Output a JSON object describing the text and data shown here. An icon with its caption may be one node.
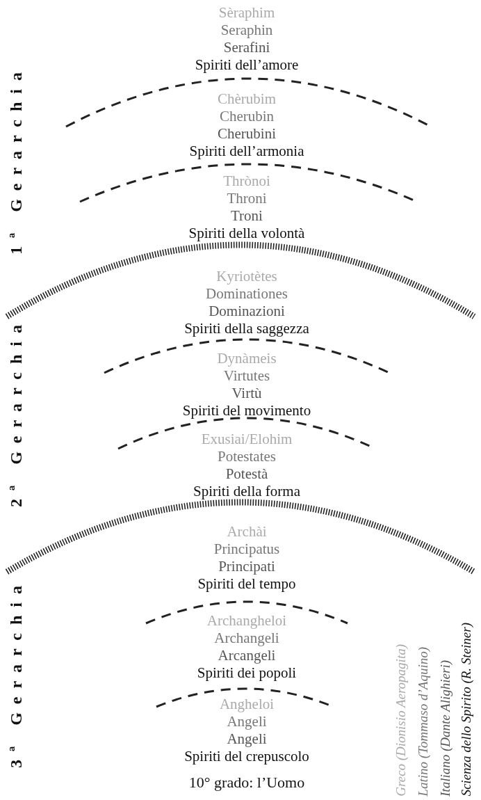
{
  "diagram": {
    "nodes": [
      {
        "text": [
          "Sèraphim",
          "Seraphin",
          "Serafini",
          "Spiriti dell’amore"
        ]
      },
      {
        "text": [
          "Chèrubim",
          "Cherubin",
          "Cherubini",
          "Spiriti dell’armonia"
        ]
      },
      {
        "text": [
          "Thrònoi",
          "Throni",
          "Troni",
          "Spiriti della volontà"
        ]
      },
      {
        "text": [
          "Kyriotètes",
          "Dominationes",
          "Dominazioni",
          "Spiriti della saggezza"
        ]
      },
      {
        "text": [
          "Dynàmeis",
          "Virtutes",
          "Virtù",
          "Spiriti del movimento"
        ]
      },
      {
        "text": [
          "Exusiai/Elohim",
          "Potestates",
          "Potestà",
          "Spiriti della forma"
        ]
      },
      {
        "text": [
          "Archài",
          "Principatus",
          "Principati",
          "Spiriti del tempo"
        ]
      },
      {
        "text": [
          "Archangheloi",
          "Archangeli",
          "Arcangeli",
          "Spiriti dei popoli"
        ]
      },
      {
        "text": [
          "Angheloi",
          "Angeli",
          "Angeli",
          "Spiriti del crepuscolo"
        ]
      }
    ],
    "edges": [],
    "labels": [
      "1ª Gerarchia",
      "2ª Gerarchia",
      "3ª Gerarchia",
      "10° grado: l’Uomo"
    ],
    "legend": [
      {
        "text": "Greco (Dionisio Aeropagita)",
        "color": "#aaaaaa"
      },
      {
        "text": "Latino (Tommaso d’Aquino)",
        "color": "#777777"
      },
      {
        "text": "Italiano (Dante Alighieri)",
        "color": "#555555"
      },
      {
        "text": "Scienza dello Spirito (R. Steiner)",
        "color": "#111111"
      }
    ]
  }
}
